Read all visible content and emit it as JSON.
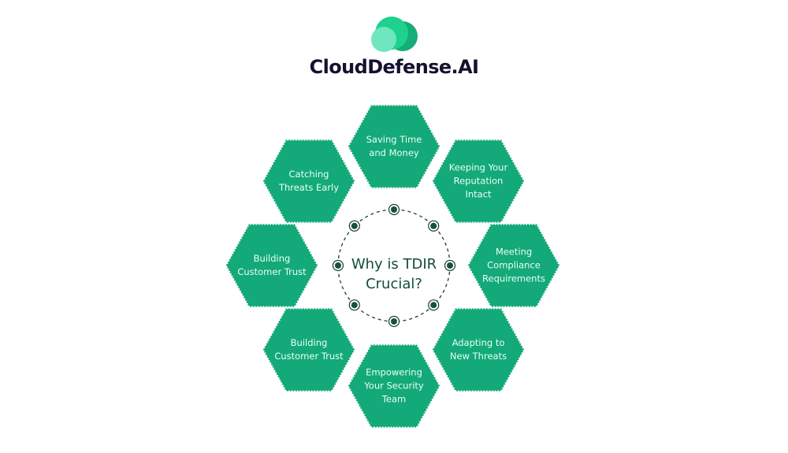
{
  "brand": {
    "name": "CloudDefense.AI",
    "logo_icon": "cloud-icon",
    "colors": {
      "logo_back": "#15ad78",
      "logo_mid": "#1fd18c",
      "logo_front": "#6fe6bf",
      "text": "#15122f"
    }
  },
  "diagram": {
    "title_lines": [
      "Why is TDIR",
      "Crucial?"
    ],
    "colors": {
      "hexagon_fill": "#13a978",
      "hexagon_text": "#e9fff6",
      "center_text": "#114c3a",
      "ring": "#1a3d31",
      "node_fill": "#15523f"
    },
    "ring_node_count": 8,
    "items": [
      {
        "id": "top",
        "position": "top",
        "lines": [
          "Saving Time",
          "and Money"
        ]
      },
      {
        "id": "top-right",
        "position": "top-right",
        "lines": [
          "Keeping Your",
          "Reputation",
          "Intact"
        ]
      },
      {
        "id": "right",
        "position": "right",
        "lines": [
          "Meeting",
          "Compliance",
          "Requirements"
        ]
      },
      {
        "id": "bottom-right",
        "position": "bottom-right",
        "lines": [
          "Adapting to",
          "New Threats"
        ]
      },
      {
        "id": "bottom",
        "position": "bottom",
        "lines": [
          "Empowering",
          "Your Security",
          "Team"
        ]
      },
      {
        "id": "bottom-left",
        "position": "bottom-left",
        "lines": [
          "Building",
          "Customer Trust"
        ]
      },
      {
        "id": "left",
        "position": "left",
        "lines": [
          "Building",
          "Customer Trust"
        ]
      },
      {
        "id": "top-left",
        "position": "top-left",
        "lines": [
          "Catching",
          "Threats Early"
        ]
      }
    ]
  }
}
